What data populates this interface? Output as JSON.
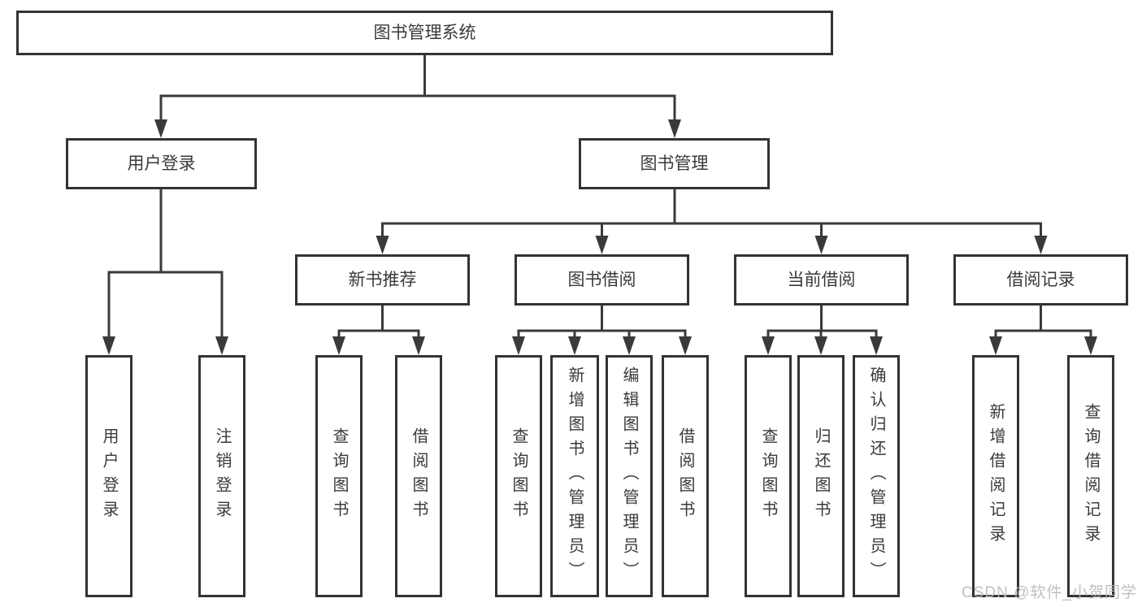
{
  "colors": {
    "line": "#3a3a3a",
    "text": "#3a3a3a",
    "border": "#333333",
    "background": "#ffffff",
    "watermark": "#b9b9b9"
  },
  "watermark": {
    "text": "CSDN @软件_小贺同学"
  },
  "tree": {
    "label": "图书管理系统",
    "children": [
      {
        "label": "用户登录",
        "children": [
          {
            "label": "用户登录"
          },
          {
            "label": "注销登录"
          }
        ]
      },
      {
        "label": "图书管理",
        "children": [
          {
            "label": "新书推荐",
            "children": [
              {
                "label": "查询图书"
              },
              {
                "label": "借阅图书"
              }
            ]
          },
          {
            "label": "图书借阅",
            "children": [
              {
                "label": "查询图书"
              },
              {
                "label": "新增图书（管理员）"
              },
              {
                "label": "编辑图书（管理员）"
              },
              {
                "label": "借阅图书"
              }
            ]
          },
          {
            "label": "当前借阅",
            "children": [
              {
                "label": "查询图书"
              },
              {
                "label": "归还图书"
              },
              {
                "label": "确认归还（管理员）"
              }
            ]
          },
          {
            "label": "借阅记录",
            "children": [
              {
                "label": "新增借阅记录"
              },
              {
                "label": "查询借阅记录"
              }
            ]
          }
        ]
      }
    ]
  }
}
